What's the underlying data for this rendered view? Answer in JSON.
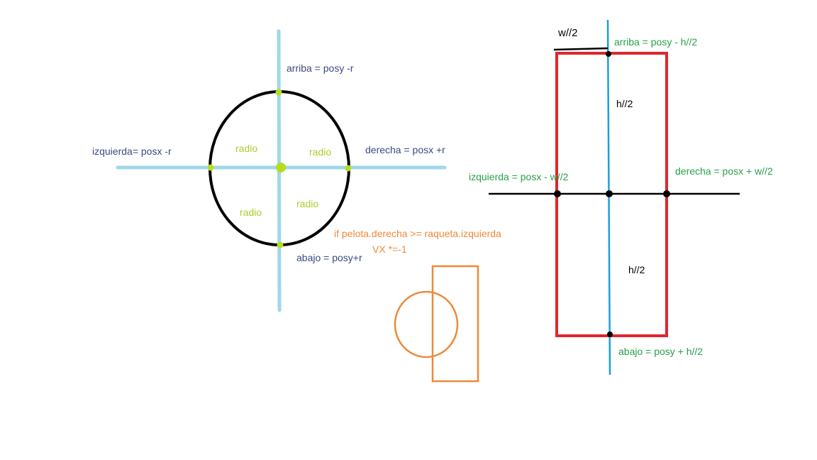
{
  "colors": {
    "axis_light_blue": "#9ed8ea",
    "circle_black": "#000000",
    "point_lime": "#b5dd1e",
    "label_navy": "#3a4a80",
    "label_lime": "#aacd2a",
    "label_orange": "#ec8a3a",
    "rect_red": "#e0262a",
    "axis_blue": "#1aa0dc",
    "label_green": "#27a04a",
    "label_black": "#000000"
  },
  "circle_diagram": {
    "arriba": "arriba = posy -r",
    "abajo": "abajo = posy+r",
    "izquierda": "izquierda= posx -r",
    "derecha": "derecha = posx +r",
    "radio_labels": [
      "radio",
      "radio",
      "radio",
      "radio"
    ]
  },
  "collision_note": {
    "condition": "if pelota.derecha >= raqueta.izquierda",
    "action": "VX *=-1"
  },
  "rect_diagram": {
    "w_half": "w//2",
    "arriba": "arriba = posy - h//2",
    "h_half_top": "h//2",
    "izquierda": "izquierda = posx - w//2",
    "derecha": "derecha = posx + w//2",
    "h_half_bottom": "h//2",
    "abajo": "abajo = posy + h//2"
  }
}
